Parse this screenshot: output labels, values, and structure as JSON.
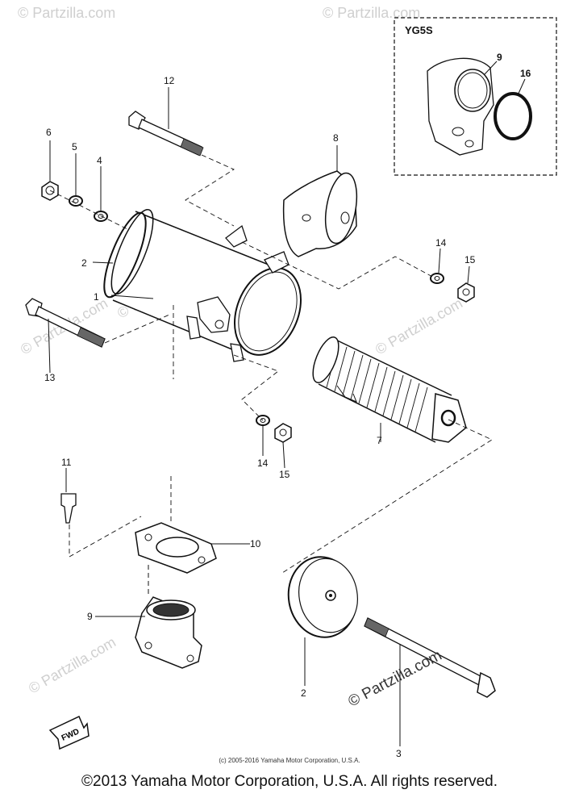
{
  "inset": {
    "title": "YG5S",
    "labels": [
      "9",
      "16"
    ]
  },
  "callouts": {
    "c1": "1",
    "c2a": "2",
    "c2b": "2",
    "c3": "3",
    "c4": "4",
    "c5": "5",
    "c6": "6",
    "c7": "7",
    "c8": "8",
    "c9": "9",
    "c10": "10",
    "c11": "11",
    "c12": "12",
    "c13": "13",
    "c14a": "14",
    "c14b": "14",
    "c15a": "15",
    "c15b": "15"
  },
  "fwd_label": "FWD",
  "watermarks": [
    "© Partzilla.com",
    "© Partzilla.com",
    "© Partzilla.com",
    "© Partzilla.com",
    "© Partzilla.com",
    "© Partzilla.com",
    "© Partzilla.com"
  ],
  "footer": {
    "small": "(c) 2005-2016 Yamaha Motor Corporation, U.S.A.",
    "copyright": "©2013 Yamaha Motor Corporation, U.S.A. All rights reserved."
  }
}
